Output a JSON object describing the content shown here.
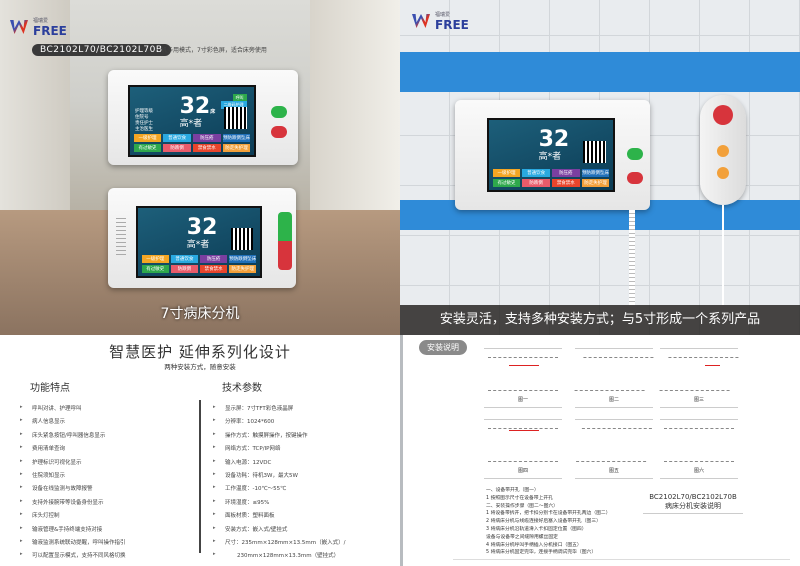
{
  "brand": {
    "name": "FREE",
    "tagline": "福瑞爱",
    "colors": {
      "blue": "#2c3f9c",
      "red": "#d32f2f"
    }
  },
  "top_left": {
    "model": "BC2102L70/BC2102L70B",
    "slogan": "一机多用模式，7寸彩色屏，适合床旁使用",
    "caption": "7寸病床分机",
    "screen": {
      "bed": "32",
      "bed_unit": "床",
      "name": "高*者",
      "info": [
        "护理等级",
        "住院号",
        "责任护士",
        "主治医生"
      ],
      "top_buttons": [
        "呼叫",
        "二维码护理"
      ],
      "buttons": [
        {
          "label": "一级护理",
          "color": "#f5a623"
        },
        {
          "label": "普通饮食",
          "color": "#29a9e0"
        },
        {
          "label": "防压疮",
          "color": "#7b3fa0"
        },
        {
          "label": "预防跌倒坠床",
          "color": "#1f6fb8"
        },
        {
          "label": "有过敏史",
          "color": "#2ea84c"
        },
        {
          "label": "防跌倒",
          "color": "#e85b6a"
        },
        {
          "label": "禁食禁水",
          "color": "#e8452c"
        },
        {
          "label": "防走失护理",
          "color": "#f2a03a"
        }
      ]
    }
  },
  "top_right": {
    "caption": "安装灵活，支持多种安装方式；与5寸形成一个系列产品"
  },
  "bottom_left": {
    "title": "智慧医护  延伸系列化设计",
    "subtitle": "两种安装方式，随意安装",
    "features_title": "功能特点",
    "features": [
      "呼叫对讲、护理呼叫",
      "病人信息显示",
      "床头紧急按钮/呼叫器信息显示",
      "费用清单查询",
      "护理标识可视化显示",
      "住院须知显示",
      "设备在线监测与故障报警",
      "支持外接腕带等设备身份显示",
      "床头灯控制",
      "输液管理&手持终端支持对接",
      "输液监测系统联动提醒，呼叫操作指引",
      "可以配置显示模式，支持不同风格切换"
    ],
    "specs_title": "技术参数",
    "specs": [
      "显示屏：7寸TFT彩色液晶屏",
      "分辨率：1024*600",
      "操作方式：触摸屏操作，按键操作",
      "网络方式：TCP/IP网络",
      "输入电源：12VDC",
      "设备功耗：待机3W，最大5W",
      "工作温度：-10℃～55℃",
      "环境湿度：≤95%",
      "面板材质：塑料面板",
      "安装方式：嵌入式/壁挂式",
      "尺寸：235mm×128mm×13.5mm（嵌入式）/",
      "230mm×128mm×13.3mm（壁挂式）"
    ]
  },
  "bottom_right": {
    "section_label": "安装说明",
    "figures": [
      "图一",
      "图二",
      "图三",
      "图四",
      "图五",
      "图六"
    ],
    "doc_title": [
      "BC2102L70/BC2102L70B",
      "病床分机安装说明"
    ],
    "notes": [
      "一、设备带开孔（图一）",
      "1 按照图示尺寸在设备带上开孔",
      "二、安装操作步骤（图二～图六）",
      "1 将设备带拆开，把卡扣分别卡在设备带开孔两边（图二）",
      "2 将病床分机与线缆连接好后塞入设备带开孔（图三）",
      "3 将病床分机沿轨道滑入卡扣固定位置（图四）",
      "  设备与设备带之间缝隙用螺丝固定",
      "4 将病床分机呼叫手柄插入分机接口（图五）",
      "5 将病床分机固定完毕，连接手柄调试完毕（图六）"
    ]
  }
}
